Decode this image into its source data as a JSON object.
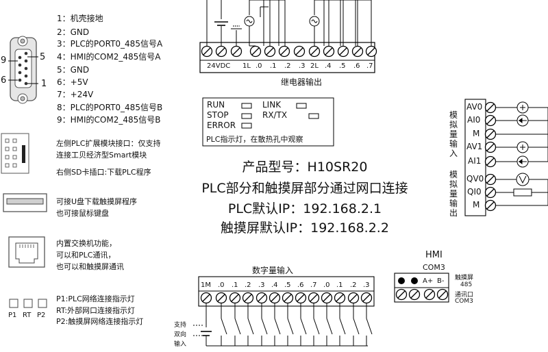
{
  "db9": {
    "pin_labels": {
      "nine": "9",
      "five": "5",
      "six": "6",
      "one": "1"
    },
    "pins": [
      "1：机壳接地",
      "2：GND",
      "3：PLC的PORT0_485信号A",
      "4：HMI的COM2_485信号A",
      "5：GND",
      "6：+5V",
      "7：+24V",
      "8：PLC的PORT0_485信号B",
      "9：HMI的COM2_485信号B"
    ]
  },
  "relay": {
    "title": "继电器输出",
    "terminals": [
      "24VDC",
      "1L",
      ".0",
      ".1",
      ".2",
      ".3",
      "2L",
      ".4",
      ".5",
      ".6",
      ".7"
    ]
  },
  "status": {
    "run": "RUN",
    "stop": "STOP",
    "error": "ERROR",
    "link": "LINK",
    "rxtx": "RX/TX",
    "note": "PLC指示灯，在散热孔中观察"
  },
  "info": {
    "model": "产品型号：H10SR20",
    "connection": "PLC部分和触摸屏部分通过网口连接",
    "plc_ip": "PLC默认IP：192.168.2.1",
    "hmi_ip": "触摸屏默认IP：192.168.2.2"
  },
  "left_notes": {
    "expansion_1": "左侧PLC扩展模块接口：仅支持",
    "expansion_2": "连接工贝经济型Smart模块",
    "sd": "右侧SD卡插口:下载PLC程序",
    "usb_1": "可接U盘下载触摸屏程序",
    "usb_2": "也可接鼠标键盘",
    "switch_1": "内置交换机功能，",
    "switch_2": "可以和PLC通讯，",
    "switch_3": "也可以和触摸屏通讯",
    "led_labels": [
      "P1",
      "RT",
      "P2"
    ],
    "led_1": "P1:PLC网络连接指示灯",
    "led_2": "RT:外部网口连接指示灯",
    "led_3": "P2:触摸屏网络连接指示灯"
  },
  "analog": {
    "input_title": "模拟量输入",
    "output_title": "模拟量输出",
    "inputs": [
      "AV0",
      "AI0",
      "M",
      "AV1",
      "AI1"
    ],
    "outputs": [
      "QV0",
      "QI0",
      "M"
    ]
  },
  "digital": {
    "title": "数字量输入",
    "terminals": [
      "1M",
      ".0",
      ".1",
      ".2",
      ".3",
      ".4",
      ".5",
      ".6",
      ".7",
      ".0",
      ".1",
      ".2",
      ".3"
    ],
    "bidir_1": "支持",
    "bidir_2": "双向",
    "bidir_3": "输入"
  },
  "hmi": {
    "title": "HMI",
    "port": "COM3",
    "terminals": [
      "A+",
      "B-"
    ],
    "note_1": "触摸屏",
    "note_2": "485",
    "note_3": "通讯口",
    "note_4": "COM3"
  }
}
